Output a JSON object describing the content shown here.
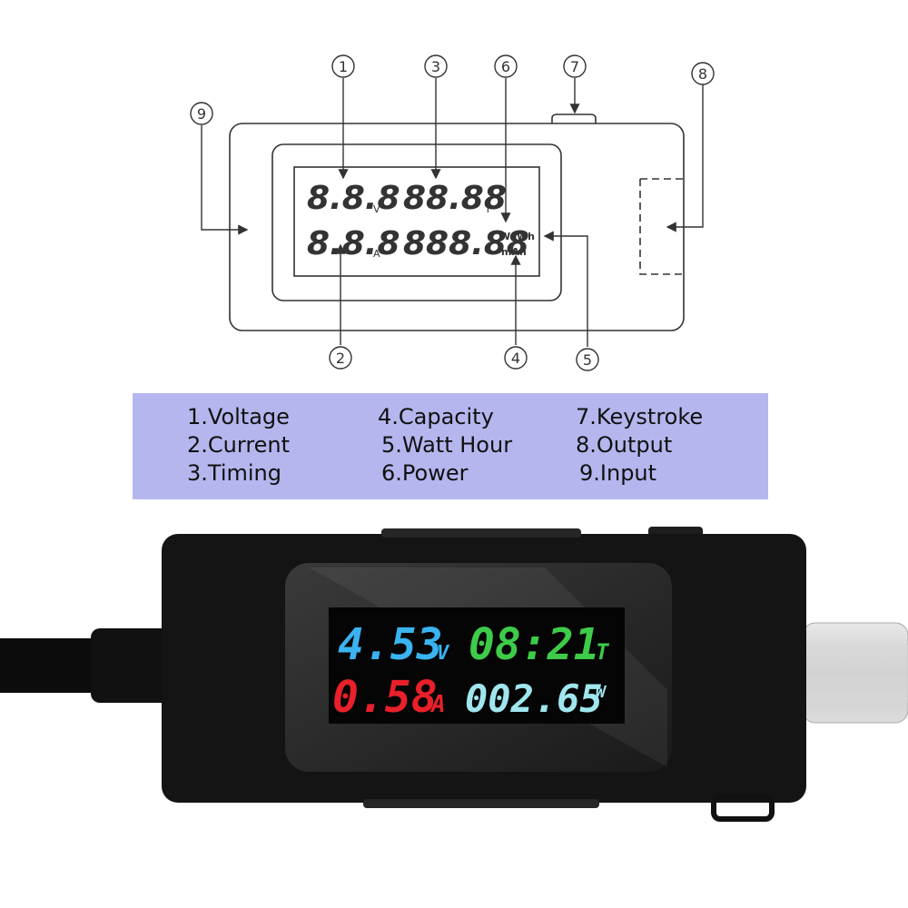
{
  "diagram": {
    "markers": [
      "1",
      "2",
      "3",
      "4",
      "5",
      "6",
      "7",
      "8",
      "9"
    ],
    "lcd": {
      "row1_left": "8.8.8",
      "row1_left_unit": "V",
      "row1_right": "88.88",
      "row1_right_unit": "T",
      "row2_left": "8.8.8",
      "row2_left_unit": "A",
      "row2_right": "888.88",
      "unit_w": "W",
      "unit_wh": "Wh",
      "unit_mah": "mAh"
    }
  },
  "legend": {
    "items": [
      "1.Voltage",
      "2.Current",
      "3.Timing",
      "4.Capacity",
      "5.Watt Hour",
      "6.Power",
      "7.Keystroke",
      "8.Output",
      "9.Input"
    ]
  },
  "device": {
    "voltage": "4.53",
    "voltage_unit": "V",
    "timer": "08:21",
    "timer_unit": "T",
    "current": "0.58",
    "current_unit": "A",
    "power": "002.65",
    "power_unit": "W",
    "colors": {
      "voltage": "#3ab3f0",
      "timer": "#3ecb4a",
      "current": "#e8202a",
      "power": "#9fe6ee",
      "body": "#141414"
    }
  }
}
